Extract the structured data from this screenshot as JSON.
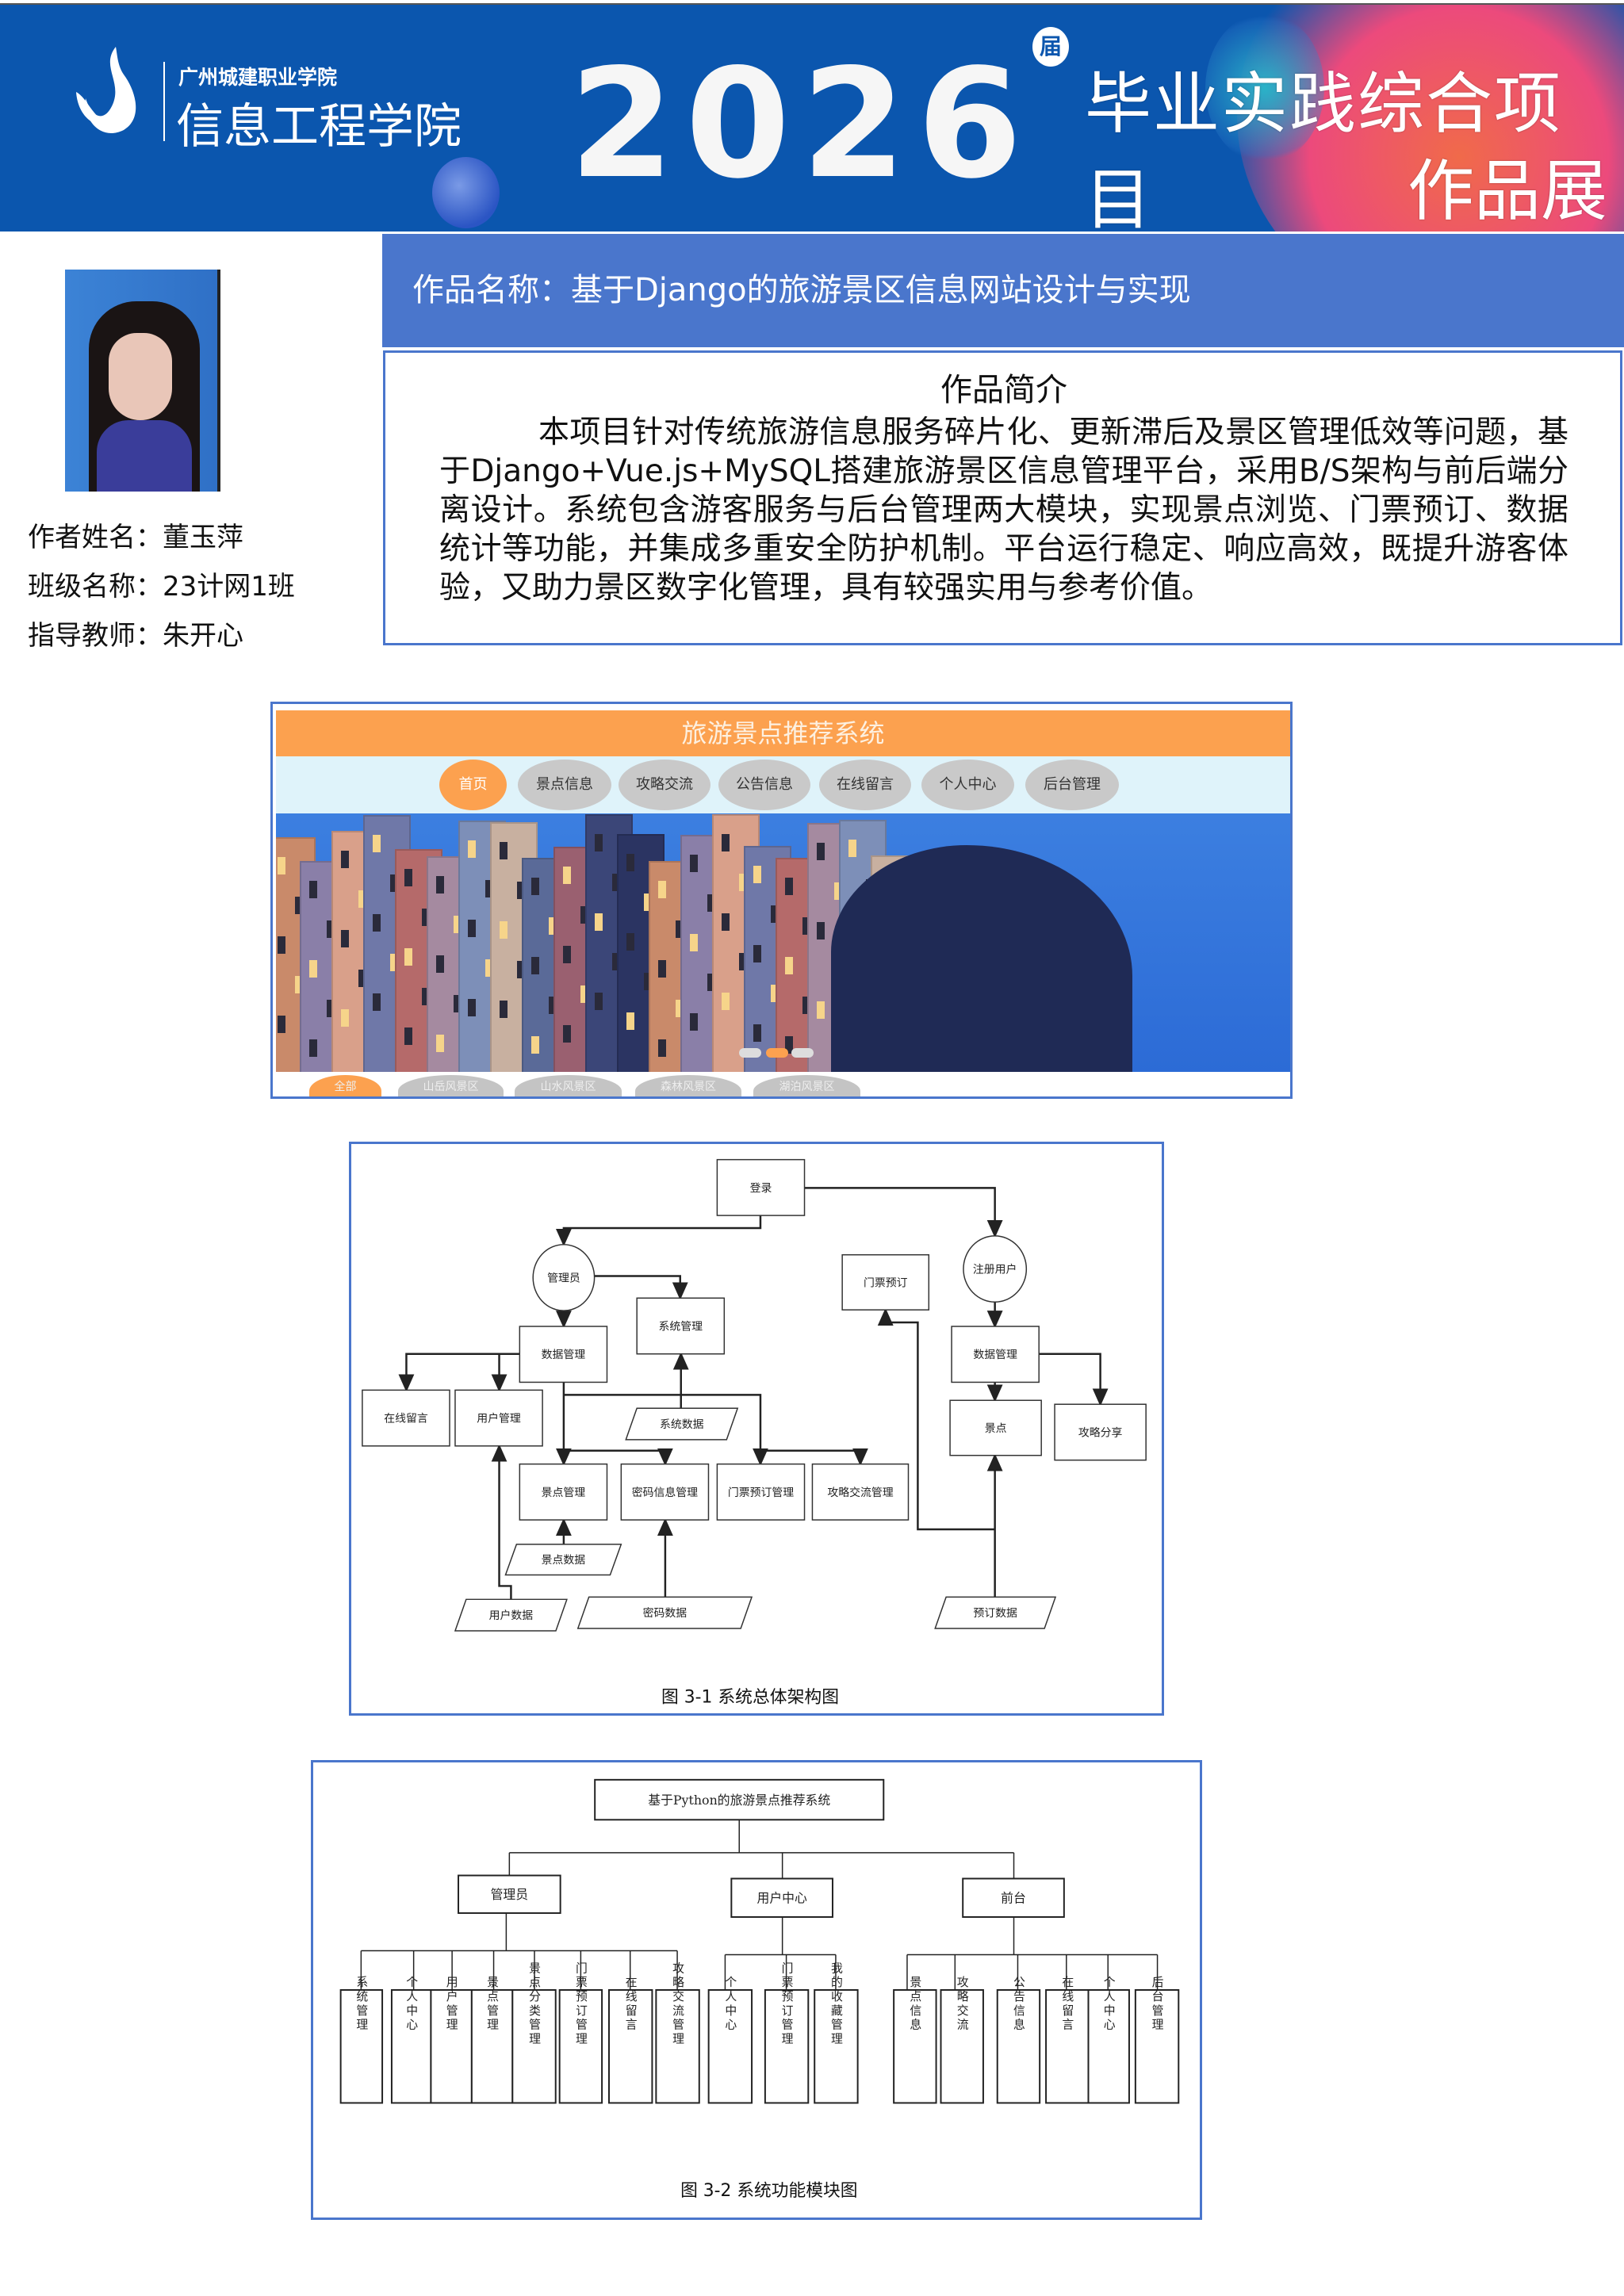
{
  "header": {
    "school": "广州城建职业学院",
    "college": "信息工程学院",
    "year": "2026",
    "year_suffix": "届",
    "slogan_line1": "毕业实践综合项目",
    "slogan_line2": "作品展",
    "colors": {
      "background": "#0b56ae",
      "accent_pink": "#e8407a",
      "accent_orange": "#f07a3c"
    }
  },
  "project": {
    "title": "作品名称：基于Django的旅游景区信息网站设计与实现",
    "intro_heading": "作品简介",
    "intro_body": "本项目针对传统旅游信息服务碎片化、更新滞后及景区管理低效等问题，基于Django+Vue.js+MySQL搭建旅游景区信息管理平台，采用B/S架构与前后端分离设计。系统包含游客服务与后台管理两大模块，实现景点浏览、门票预订、数据统计等功能，并集成多重安全防护机制。平台运行稳定、响应高效，既提升游客体验，又助力景区数字化管理，具有较强实用与参考价值。"
  },
  "author": {
    "name": "作者姓名：董玉萍",
    "class": "班级名称：23计网1班",
    "teacher": "指导教师：朱开心"
  },
  "screenshot": {
    "site_title": "旅游景点推荐系统",
    "nav": [
      "首页",
      "景点信息",
      "攻略交流",
      "公告信息",
      "在线留言",
      "个人中心",
      "后台管理"
    ],
    "active_nav": 0,
    "categories": [
      "全部",
      "山岳风景区",
      "山水风景区",
      "森林风景区",
      "湖泊风景区"
    ],
    "carousel_active": 1
  },
  "diagram1": {
    "caption": "图 3-1  系统总体架构图",
    "nodes": [
      "登录",
      "管理员",
      "系统管理",
      "数据管理",
      "在线留言",
      "用户管理",
      "系统数据",
      "景点管理",
      "密码信息管理",
      "门票预订管理",
      "攻略交流管理",
      "景点数据",
      "用户数据",
      "密码数据",
      "预订数据",
      "门票预订",
      "注册用户",
      "数据管理",
      "景点",
      "攻略分享"
    ]
  },
  "diagram2": {
    "caption": "图 3-2  系统功能模块图",
    "root": "基于Python的旅游景点推荐系统",
    "groups": [
      {
        "label": "管理员",
        "children": [
          "系统管理",
          "个人中心",
          "用户管理",
          "景点管理",
          "景点分类管理",
          "门票预订管理",
          "在线留言",
          "攻略交流管理"
        ]
      },
      {
        "label": "用户中心",
        "children": [
          "个人中心",
          "门票预订管理",
          "我的收藏管理"
        ]
      },
      {
        "label": "前台",
        "children": [
          "景点信息",
          "攻略交流",
          "公告信息",
          "在线留言",
          "个人中心",
          "后台管理"
        ]
      }
    ]
  }
}
